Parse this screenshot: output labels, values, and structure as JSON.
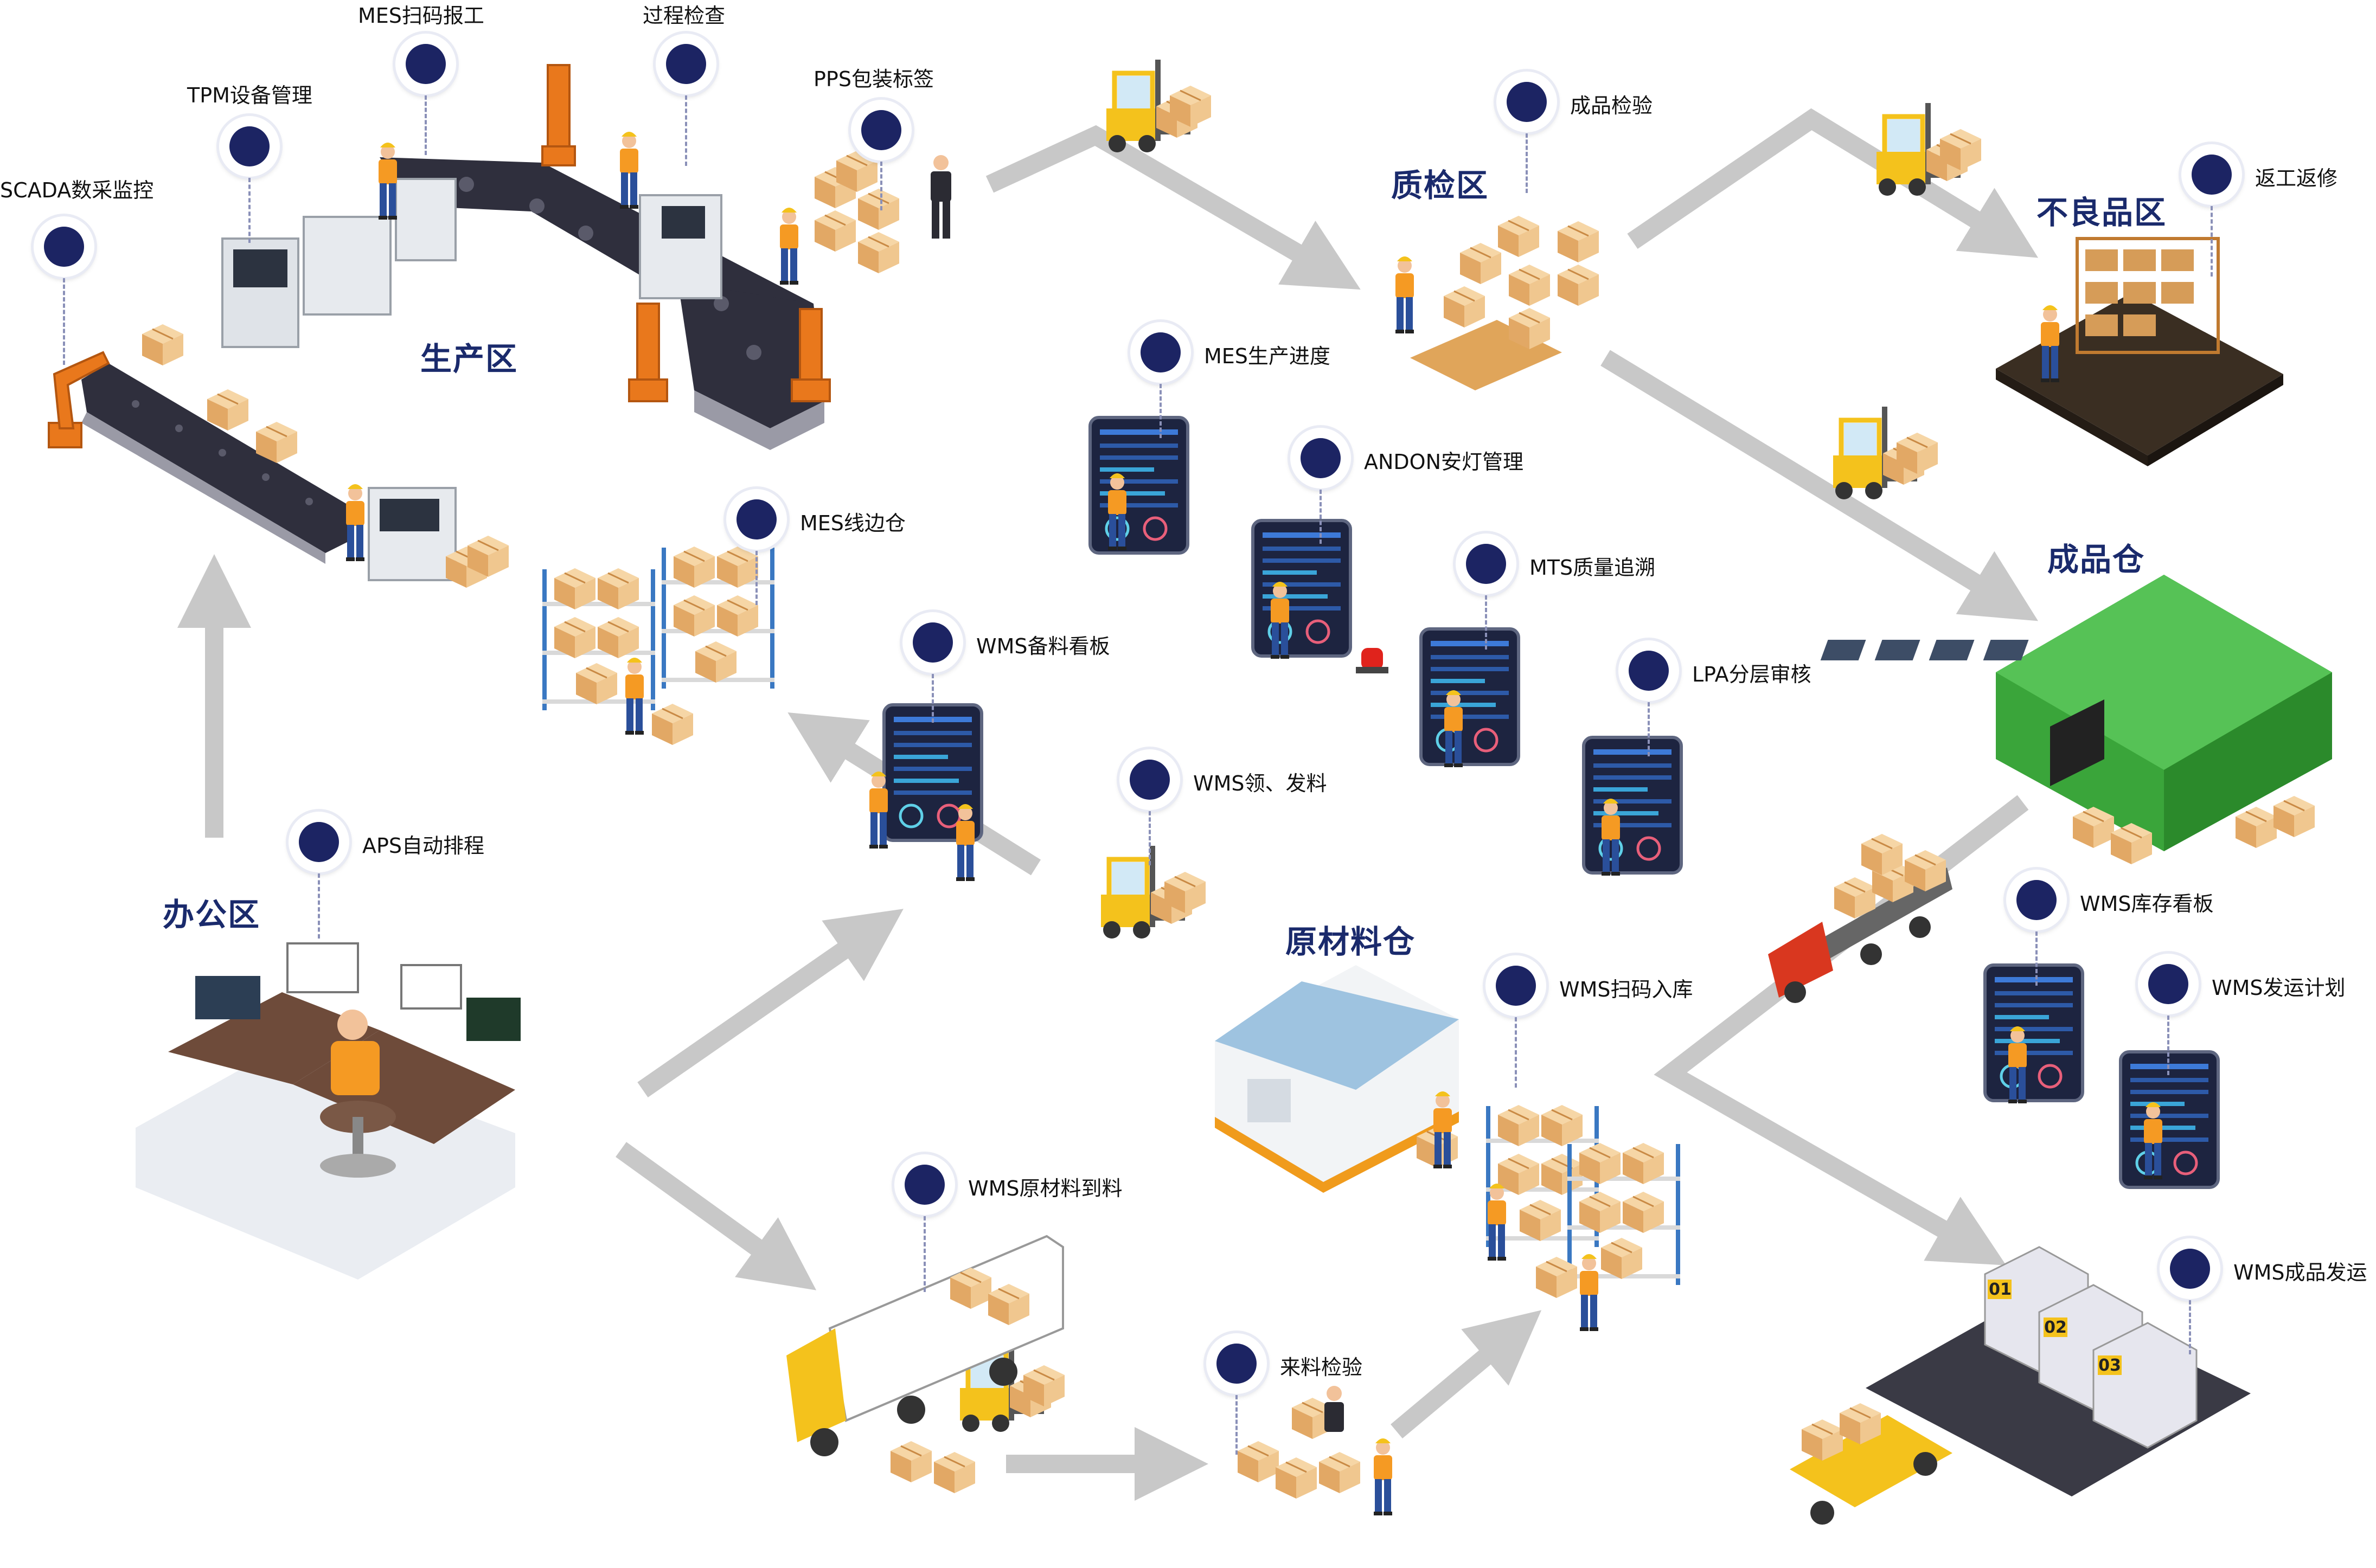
{
  "zones": {
    "production": "生产区",
    "qc": "质检区",
    "defect": "不良品区",
    "finished_warehouse": "成品仓",
    "office": "办公区",
    "raw_warehouse": "原材料仓"
  },
  "labels": {
    "scada": "SCADA数采监控",
    "tpm": "TPM设备管理",
    "mes_scan": "MES扫码报工",
    "process_check": "过程检查",
    "pps": "PPS包装标签",
    "finished_inspect": "成品检验",
    "rework": "返工返修",
    "mes_progress": "MES生产进度",
    "andon": "ANDON安灯管理",
    "mts": "MTS质量追溯",
    "lpa": "LPA分层审核",
    "mes_line_stock": "MES线边仓",
    "wms_prep_board": "WMS备料看板",
    "wms_issue": "WMS领、发料",
    "aps": "APS自动排程",
    "wms_scan_in": "WMS扫码入库",
    "wms_stock_board": "WMS库存看板",
    "wms_ship_plan": "WMS发运计划",
    "wms_raw_arrival": "WMS原材料到料",
    "incoming_inspect": "来料检验",
    "wms_ship": "WMS成品发运"
  },
  "dock_numbers": [
    "01",
    "02",
    "03"
  ],
  "colors": {
    "zone_title": "#1a2a6c",
    "pin_core": "#1c2463",
    "arrow": "#c8c8c8",
    "box": "#f0c78f",
    "forklift": "#f4c21c",
    "worker_shirt": "#f59a23",
    "worker_pants": "#2a4f9a",
    "robot": "#e9781c",
    "conveyor": "#3c3c4a",
    "screen": "#1d2440",
    "warehouse_green": "#3aa53a",
    "warehouse_blue": "#9ec3e0",
    "truck_red": "#d9371f"
  }
}
